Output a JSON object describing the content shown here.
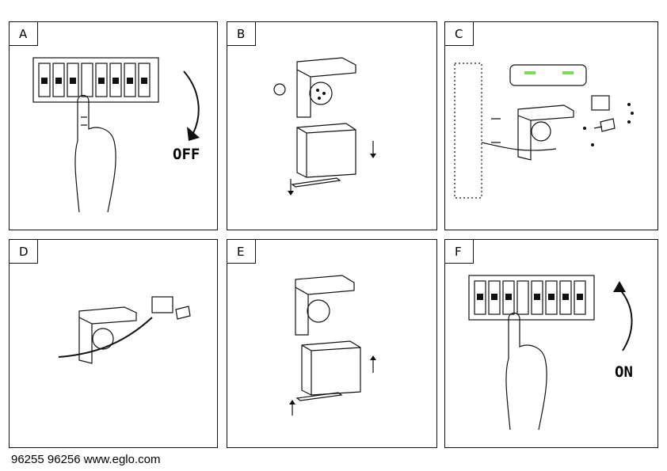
{
  "panels": [
    {
      "id": "A",
      "label": "A",
      "word": "OFF"
    },
    {
      "id": "B",
      "label": "B"
    },
    {
      "id": "C",
      "label": "C"
    },
    {
      "id": "D",
      "label": "D"
    },
    {
      "id": "E",
      "label": "E"
    },
    {
      "id": "F",
      "label": "F",
      "word": "ON"
    }
  ],
  "footer": {
    "text": "96255 96256  www.eglo.com"
  },
  "colors": {
    "line": "#111111",
    "accent": "#7ed957"
  }
}
